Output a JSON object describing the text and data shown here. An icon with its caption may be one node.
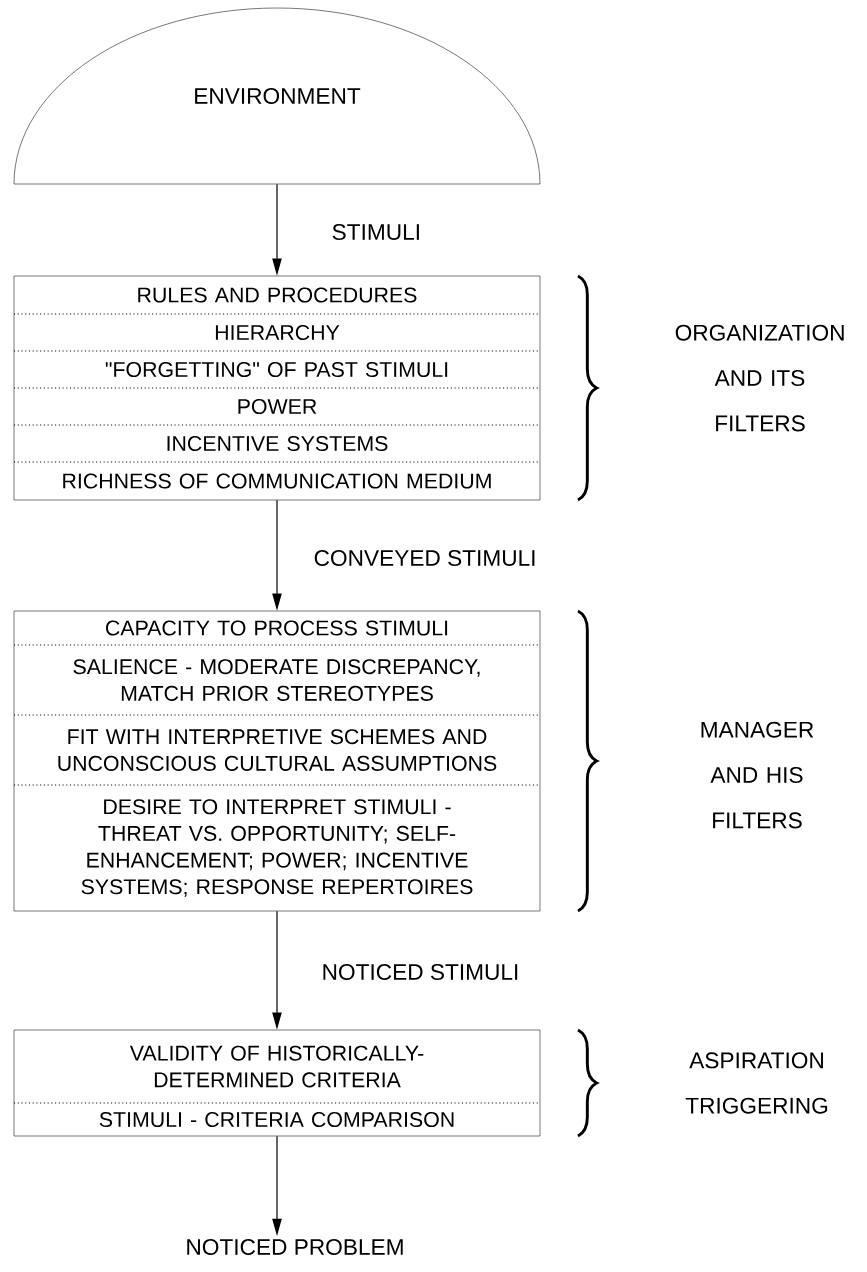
{
  "diagram": {
    "nodes": [
      {
        "text": [
          "ENVIRONMENT"
        ]
      },
      {
        "text": [
          "RULES AND PROCEDURES",
          "HIERARCHY",
          "\"FORGETTING\" OF PAST STIMULI",
          "POWER",
          "INCENTIVE SYSTEMS",
          "RICHNESS OF COMMUNICATION MEDIUM"
        ]
      },
      {
        "text": [
          "CAPACITY TO PROCESS STIMULI",
          "SALIENCE - MODERATE DISCREPANCY, MATCH PRIOR STEREOTYPES",
          "FIT WITH INTERPRETIVE SCHEMES AND UNCONSCIOUS CULTURAL ASSUMPTIONS",
          "DESIRE TO INTERPRET STIMULI - THREAT VS. OPPORTUNITY; SELF-ENHANCEMENT; POWER; INCENTIVE SYSTEMS; RESPONSE REPERTOIRES"
        ]
      },
      {
        "text": [
          "VALIDITY OF HISTORICALLY-DETERMINED CRITERIA",
          "STIMULI - CRITERIA COMPARISON"
        ]
      },
      {
        "text": [
          "NOTICED PROBLEM"
        ]
      }
    ],
    "edges": [
      {
        "from": 0,
        "to": 1,
        "arrow": "to",
        "label": "STIMULI"
      },
      {
        "from": 1,
        "to": 2,
        "arrow": "to",
        "label": "CONVEYED STIMULI"
      },
      {
        "from": 2,
        "to": 3,
        "arrow": "to",
        "label": "NOTICED STIMULI"
      },
      {
        "from": 3,
        "to": 4,
        "arrow": "to"
      }
    ],
    "labels": [
      "ORGANIZATION AND ITS FILTERS",
      "MANAGER AND HIS FILTERS",
      "ASPIRATION TRIGGERING"
    ]
  }
}
